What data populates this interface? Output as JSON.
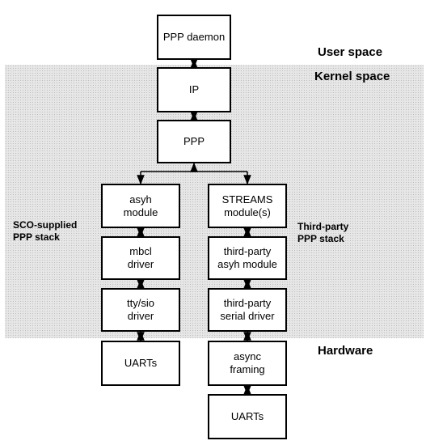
{
  "regions": {
    "user_space": "User space",
    "kernel_space": "Kernel space",
    "hardware": "Hardware"
  },
  "stacks": {
    "sco": "SCO-supplied\nPPP stack",
    "third_party": "Third-party\nPPP stack"
  },
  "boxes": {
    "ppp_daemon": "PPP daemon",
    "ip": "IP",
    "ppp": "PPP",
    "asyh_module": "asyh\nmodule",
    "mbcl_driver": "mbcl\ndriver",
    "tty_sio_driver": "tty/sio\ndriver",
    "uarts_left": "UARTs",
    "streams_modules": "STREAMS\nmodule(s)",
    "third_party_asyh_module": "third-party\nasyh module",
    "third_party_serial_driver": "third-party\nserial driver",
    "async_framing": "async\nframing",
    "uarts_right": "UARTs"
  },
  "colors": {
    "kernel_background": "#e6e6e6",
    "box_border": "#000000",
    "box_fill": "#ffffff"
  }
}
